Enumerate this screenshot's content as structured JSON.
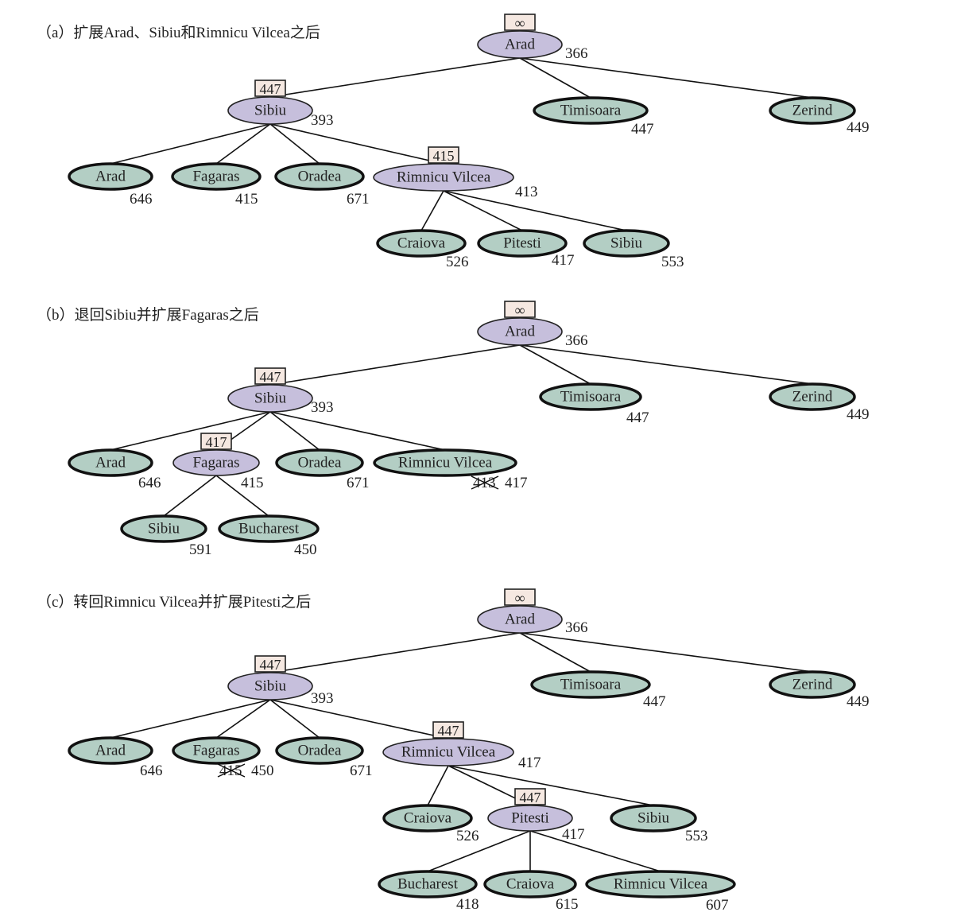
{
  "colors": {
    "leaf_fill": "#b3cec4",
    "expanded_fill": "#c6bfdc",
    "flimit_fill": "#f5e8e1"
  },
  "panels": [
    {
      "id": "a",
      "caption": "（a）扩展Arad、Sibiu和Rimnicu Vilcea之后",
      "nodes": [
        {
          "id": "arad",
          "label": "Arad",
          "f": "366",
          "state": "expanded",
          "flimit": "∞"
        },
        {
          "id": "sibiu",
          "label": "Sibiu",
          "f": "393",
          "state": "expanded",
          "flimit": "447",
          "parent": "arad"
        },
        {
          "id": "timisoara",
          "label": "Timisoara",
          "f": "447",
          "state": "leaf",
          "parent": "arad"
        },
        {
          "id": "zerind",
          "label": "Zerind",
          "f": "449",
          "state": "leaf",
          "parent": "arad"
        },
        {
          "id": "arad2",
          "label": "Arad",
          "f": "646",
          "state": "leaf",
          "parent": "sibiu"
        },
        {
          "id": "fagaras",
          "label": "Fagaras",
          "f": "415",
          "state": "leaf",
          "parent": "sibiu"
        },
        {
          "id": "oradea",
          "label": "Oradea",
          "f": "671",
          "state": "leaf",
          "parent": "sibiu"
        },
        {
          "id": "rv",
          "label": "Rimnicu Vilcea",
          "f": "413",
          "state": "expanded",
          "flimit": "415",
          "parent": "sibiu"
        },
        {
          "id": "craiova",
          "label": "Craiova",
          "f": "526",
          "state": "leaf",
          "parent": "rv"
        },
        {
          "id": "pitesti",
          "label": "Pitesti",
          "f": "417",
          "state": "leaf",
          "parent": "rv"
        },
        {
          "id": "sibiu2",
          "label": "Sibiu",
          "f": "553",
          "state": "leaf",
          "parent": "rv"
        }
      ]
    },
    {
      "id": "b",
      "caption": "（b）退回Sibiu并扩展Fagaras之后",
      "nodes": [
        {
          "id": "arad",
          "label": "Arad",
          "f": "366",
          "state": "expanded",
          "flimit": "∞"
        },
        {
          "id": "sibiu",
          "label": "Sibiu",
          "f": "393",
          "state": "expanded",
          "flimit": "447",
          "parent": "arad"
        },
        {
          "id": "timisoara",
          "label": "Timisoara",
          "f": "447",
          "state": "leaf",
          "parent": "arad"
        },
        {
          "id": "zerind",
          "label": "Zerind",
          "f": "449",
          "state": "leaf",
          "parent": "arad"
        },
        {
          "id": "arad2",
          "label": "Arad",
          "f": "646",
          "state": "leaf",
          "parent": "sibiu"
        },
        {
          "id": "fagaras",
          "label": "Fagaras",
          "f": "415",
          "state": "expanded",
          "flimit": "417",
          "parent": "sibiu"
        },
        {
          "id": "oradea",
          "label": "Oradea",
          "f": "671",
          "state": "leaf",
          "parent": "sibiu"
        },
        {
          "id": "rv",
          "label": "Rimnicu Vilcea",
          "f": "417",
          "old_f": "413",
          "state": "leaf",
          "parent": "sibiu"
        },
        {
          "id": "sibiu3",
          "label": "Sibiu",
          "f": "591",
          "state": "leaf",
          "parent": "fagaras"
        },
        {
          "id": "bucharest",
          "label": "Bucharest",
          "f": "450",
          "state": "leaf",
          "parent": "fagaras"
        }
      ]
    },
    {
      "id": "c",
      "caption": "（c）转回Rimnicu Vilcea并扩展Pitesti之后",
      "nodes": [
        {
          "id": "arad",
          "label": "Arad",
          "f": "366",
          "state": "expanded",
          "flimit": "∞"
        },
        {
          "id": "sibiu",
          "label": "Sibiu",
          "f": "393",
          "state": "expanded",
          "flimit": "447",
          "parent": "arad"
        },
        {
          "id": "timisoara",
          "label": "Timisoara",
          "f": "447",
          "state": "leaf",
          "parent": "arad"
        },
        {
          "id": "zerind",
          "label": "Zerind",
          "f": "449",
          "state": "leaf",
          "parent": "arad"
        },
        {
          "id": "arad2",
          "label": "Arad",
          "f": "646",
          "state": "leaf",
          "parent": "sibiu"
        },
        {
          "id": "fagaras",
          "label": "Fagaras",
          "f": "450",
          "old_f": "415",
          "state": "leaf",
          "parent": "sibiu"
        },
        {
          "id": "oradea",
          "label": "Oradea",
          "f": "671",
          "state": "leaf",
          "parent": "sibiu"
        },
        {
          "id": "rv",
          "label": "Rimnicu Vilcea",
          "f": "417",
          "state": "expanded",
          "flimit": "447",
          "parent": "sibiu"
        },
        {
          "id": "craiova",
          "label": "Craiova",
          "f": "526",
          "state": "leaf",
          "parent": "rv"
        },
        {
          "id": "pitesti",
          "label": "Pitesti",
          "f": "417",
          "state": "expanded",
          "flimit": "447",
          "parent": "rv"
        },
        {
          "id": "sibiu2",
          "label": "Sibiu",
          "f": "553",
          "state": "leaf",
          "parent": "rv"
        },
        {
          "id": "bucharest",
          "label": "Bucharest",
          "f": "418",
          "state": "leaf",
          "parent": "pitesti"
        },
        {
          "id": "craiova2",
          "label": "Craiova",
          "f": "615",
          "state": "leaf",
          "parent": "pitesti"
        },
        {
          "id": "rv2",
          "label": "Rimnicu Vilcea",
          "f": "607",
          "state": "leaf",
          "parent": "pitesti"
        }
      ]
    }
  ]
}
